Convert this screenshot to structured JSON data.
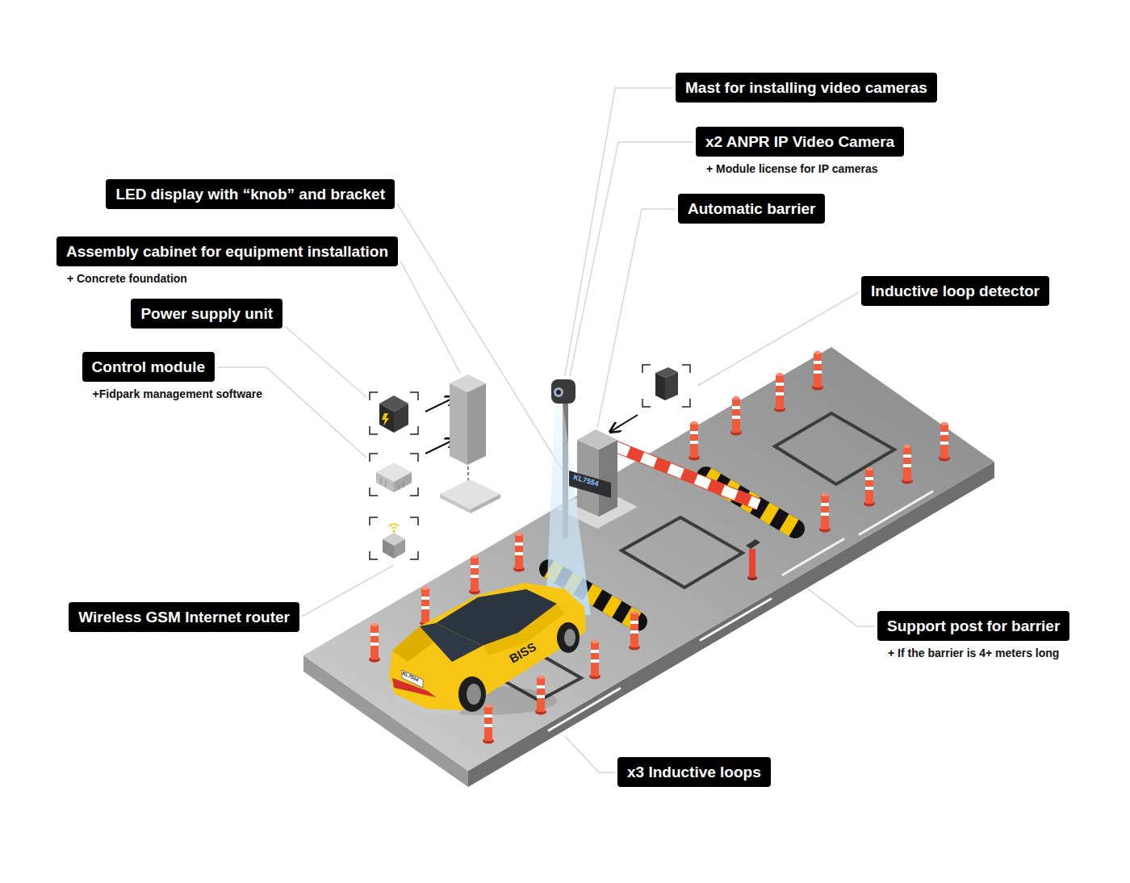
{
  "diagram": {
    "nodes": [
      {
        "text": [
          "Mast for installing video cameras"
        ]
      },
      {
        "text": [
          "x2 ANPR IP Video Camera",
          "+ Module license for IP cameras"
        ]
      },
      {
        "text": [
          "Automatic barrier"
        ]
      },
      {
        "text": [
          "LED display with “knob” and bracket"
        ]
      },
      {
        "text": [
          "Assembly cabinet for equipment installation",
          "+ Concrete foundation"
        ]
      },
      {
        "text": [
          "Inductive loop detector"
        ]
      },
      {
        "text": [
          "Power supply unit"
        ]
      },
      {
        "text": [
          "Control module",
          "+Fidpark management software"
        ]
      },
      {
        "text": [
          "Wireless GSM Internet router"
        ]
      },
      {
        "text": [
          "Support post for barrier",
          "+ If the barrier is 4+ meters long"
        ]
      },
      {
        "text": [
          "x3 Inductive loops"
        ]
      }
    ],
    "labels": [
      "KL7554",
      "BISS",
      "KL7554"
    ]
  }
}
